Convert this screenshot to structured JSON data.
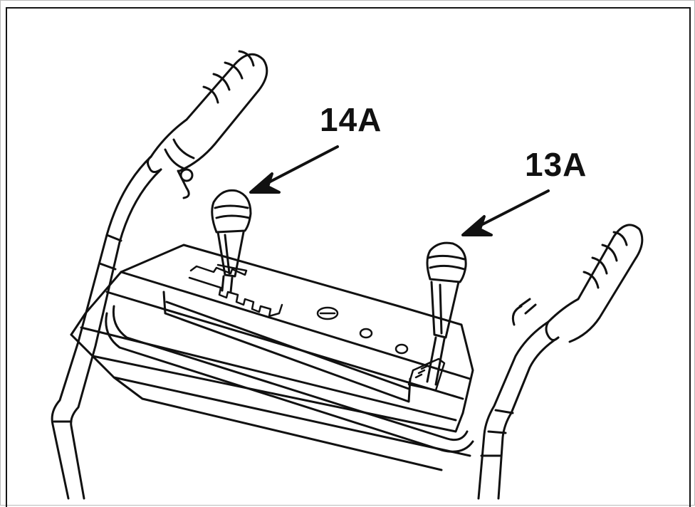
{
  "callouts": [
    {
      "id": "14A",
      "text": "14A"
    },
    {
      "id": "13A",
      "text": "13A"
    }
  ],
  "colors": {
    "ink": "#111111",
    "paper": "#ffffff",
    "frame": "#151515"
  }
}
